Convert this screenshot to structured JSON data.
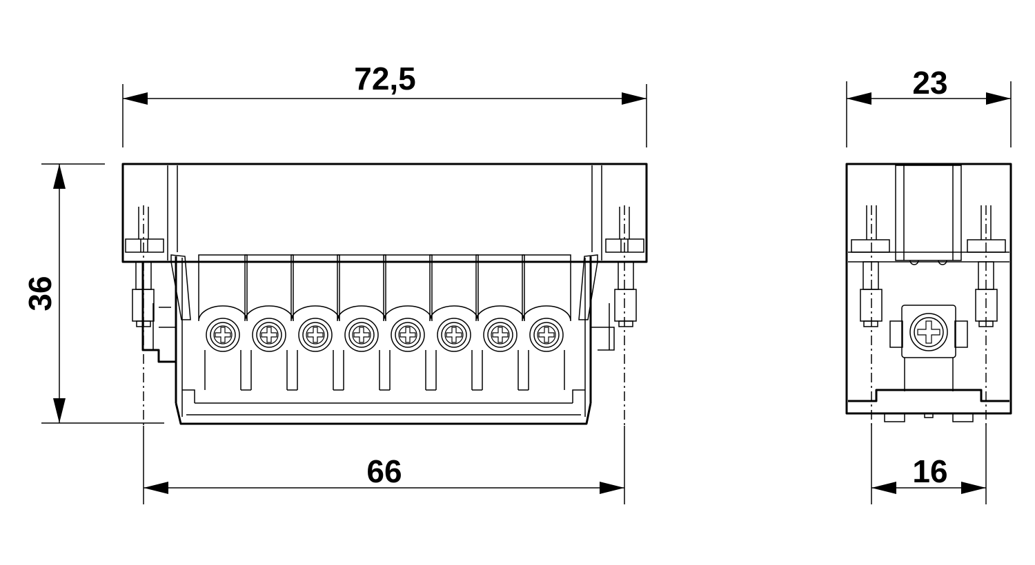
{
  "dimensions": {
    "front_width": "72,5",
    "front_height": "36",
    "front_pitch": "66",
    "side_width": "23",
    "side_pitch": "16"
  },
  "terminal_count": 8
}
